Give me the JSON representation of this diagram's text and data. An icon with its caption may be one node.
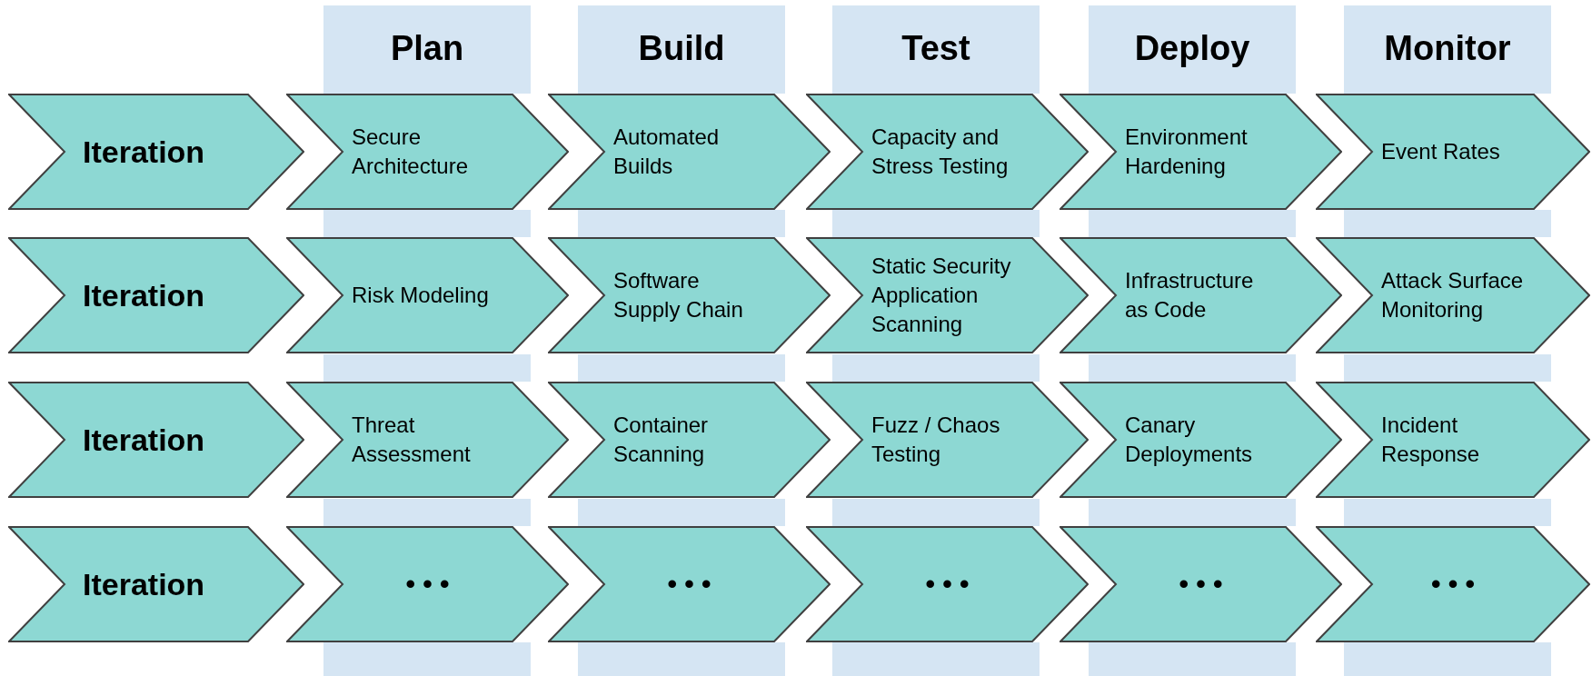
{
  "diagram": {
    "nodes": [
      {
        "text": [
          "Plan"
        ]
      },
      {
        "text": [
          "Build"
        ]
      },
      {
        "text": [
          "Test"
        ]
      },
      {
        "text": [
          "Deploy"
        ]
      },
      {
        "text": [
          "Monitor"
        ]
      },
      {
        "text": [
          "Iteration"
        ]
      },
      {
        "text": [
          "Secure Architecture"
        ]
      },
      {
        "text": [
          "Automated Builds"
        ]
      },
      {
        "text": [
          "Capacity and Stress Testing"
        ]
      },
      {
        "text": [
          "Environment Hardening"
        ]
      },
      {
        "text": [
          "Event Rates"
        ]
      },
      {
        "text": [
          "Iteration"
        ]
      },
      {
        "text": [
          "Risk Modeling"
        ]
      },
      {
        "text": [
          "Software Supply Chain"
        ]
      },
      {
        "text": [
          "Static Security Application Scanning"
        ]
      },
      {
        "text": [
          "Infrastructure as Code"
        ]
      },
      {
        "text": [
          "Attack Surface Monitoring"
        ]
      },
      {
        "text": [
          "Iteration"
        ]
      },
      {
        "text": [
          "Threat Assessment"
        ]
      },
      {
        "text": [
          "Container Scanning"
        ]
      },
      {
        "text": [
          "Fuzz / Chaos Testing"
        ]
      },
      {
        "text": [
          "Canary Deployments"
        ]
      },
      {
        "text": [
          "Incident Response"
        ]
      },
      {
        "text": [
          "Iteration"
        ]
      },
      {
        "text": [
          "• • •"
        ]
      },
      {
        "text": [
          "• • •"
        ]
      },
      {
        "text": [
          "• • •"
        ]
      },
      {
        "text": [
          "• • •"
        ]
      },
      {
        "text": [
          "• • •"
        ]
      }
    ],
    "edges": []
  }
}
